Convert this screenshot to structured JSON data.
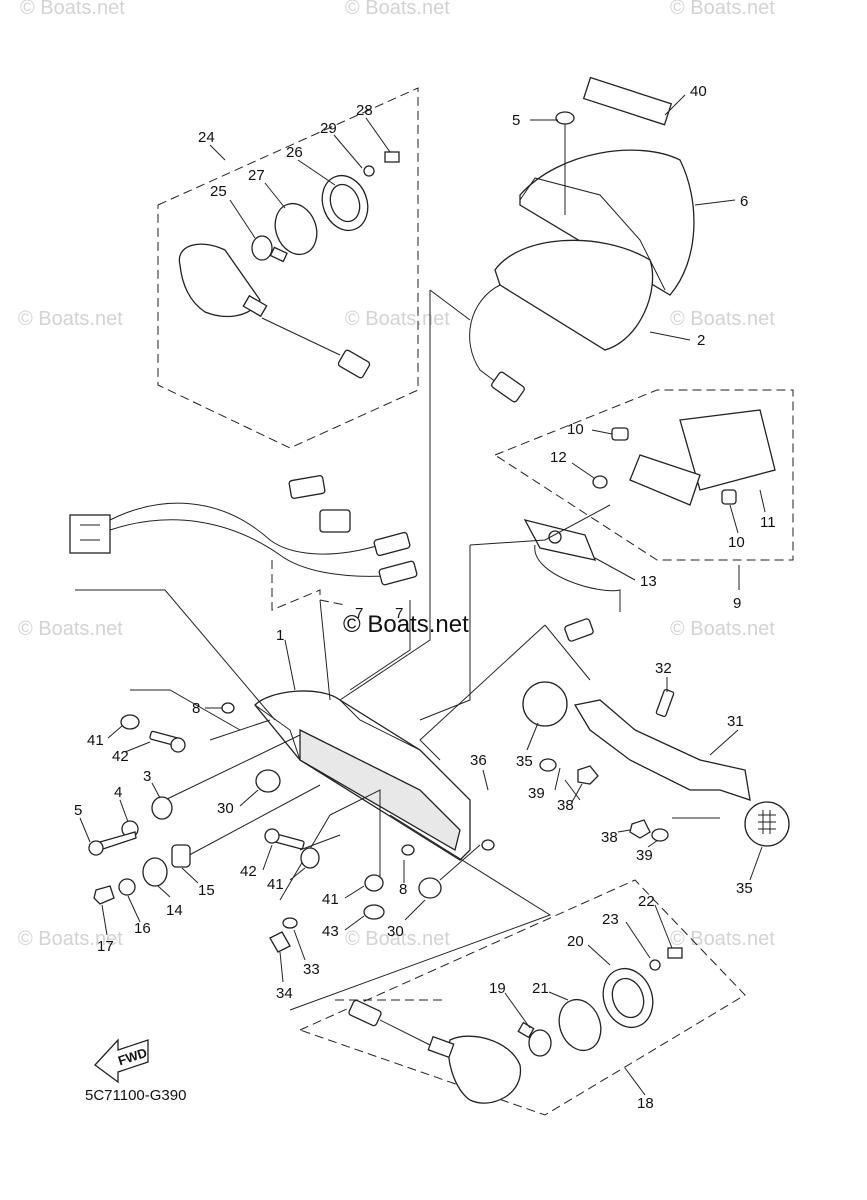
{
  "watermarks": [
    "© Boats.net",
    "© Boats.net",
    "© Boats.net",
    "© Boats.net",
    "© Boats.net",
    "© Boats.net",
    "© Boats.net",
    "© Boats.net",
    "© Boats.net",
    "© Boats.net",
    "© Boats.net"
  ],
  "center_watermark": "© Boats.net",
  "diagram_code": "5C71100-G390",
  "fwd_label": "FWD",
  "callouts": [
    "40",
    "5",
    "6",
    "2",
    "28",
    "29",
    "24",
    "26",
    "27",
    "25",
    "10",
    "12",
    "11",
    "10",
    "9",
    "13",
    "1",
    "7",
    "7",
    "32",
    "31",
    "35",
    "39",
    "38",
    "38",
    "39",
    "35",
    "8",
    "41",
    "42",
    "3",
    "30",
    "36",
    "4",
    "5",
    "42",
    "41",
    "15",
    "14",
    "16",
    "17",
    "8",
    "41",
    "30",
    "43",
    "33",
    "34",
    "22",
    "23",
    "20",
    "21",
    "19",
    "18"
  ]
}
